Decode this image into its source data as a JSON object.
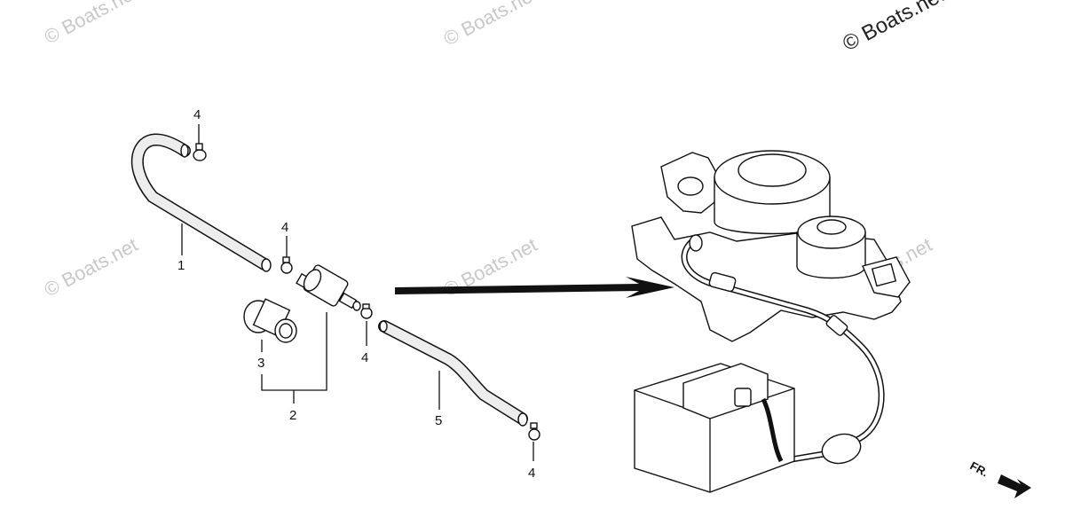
{
  "watermarks": {
    "top_left": "© Boats.net",
    "top_center": "© Boats.net",
    "top_right": "© Boats.net",
    "mid_left": "© Boats.net",
    "mid_center": "© Boats.net",
    "mid_right": "© Boats.net"
  },
  "callouts": {
    "hose_upper": "1",
    "filter_assembly": "2",
    "filter_cap": "3",
    "clip_top": "4",
    "clip_upper_mid": "4",
    "clip_mid": "4",
    "clip_bottom": "4",
    "hose_lower": "5"
  },
  "direction_marker": "FR."
}
